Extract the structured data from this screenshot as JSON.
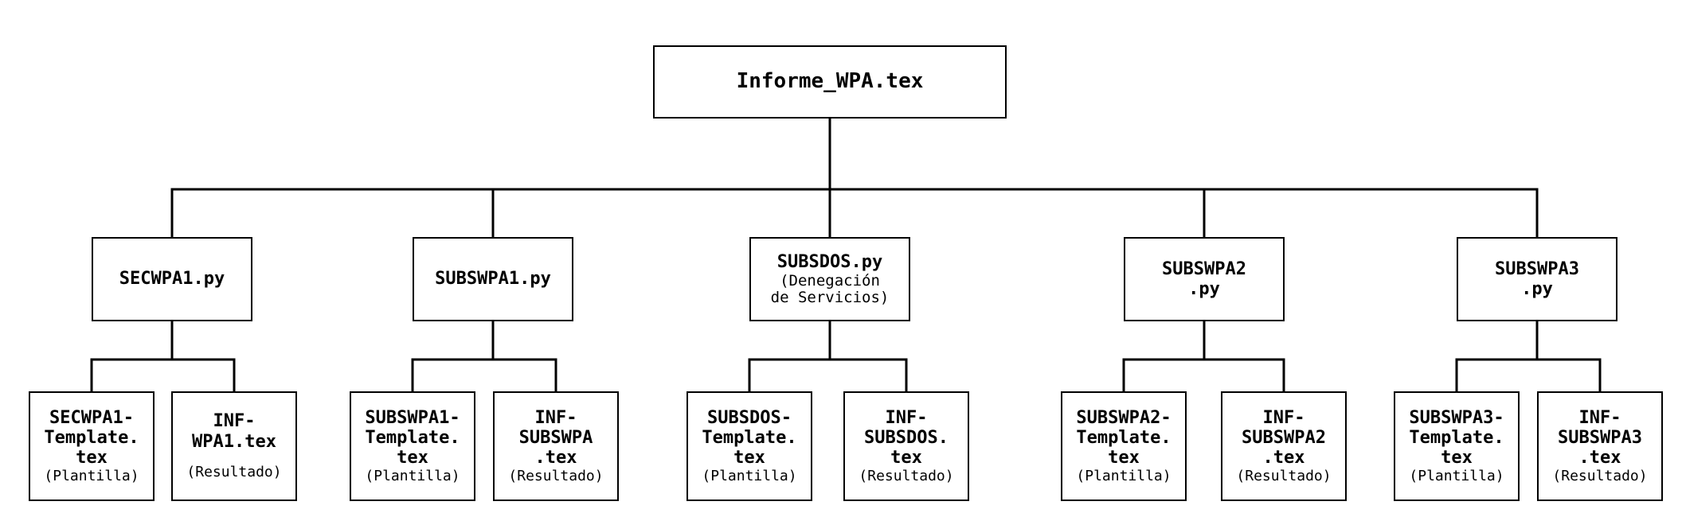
{
  "root": {
    "label": "Informe_WPA.tex"
  },
  "modules": [
    {
      "script": {
        "lines": [
          "SECWPA1.py"
        ]
      },
      "outputs": [
        {
          "lines": [
            "SECWPA1-",
            "Template.",
            "tex"
          ],
          "note": "(Plantilla)"
        },
        {
          "lines": [
            "INF-",
            "WPA1.tex"
          ],
          "note": "(Resultado)"
        }
      ]
    },
    {
      "script": {
        "lines": [
          "SUBSWPA1.py"
        ]
      },
      "outputs": [
        {
          "lines": [
            "SUBSWPA1-",
            "Template.",
            "tex"
          ],
          "note": "(Plantilla)"
        },
        {
          "lines": [
            "INF-",
            "SUBSWPA",
            ".tex"
          ],
          "note": "(Resultado)"
        }
      ]
    },
    {
      "script": {
        "lines": [
          "SUBSDOS.py"
        ],
        "sub": [
          "(Denegación",
          "de Servicios)"
        ]
      },
      "outputs": [
        {
          "lines": [
            "SUBSDOS-",
            "Template.",
            "tex"
          ],
          "note": "(Plantilla)"
        },
        {
          "lines": [
            "INF-",
            "SUBSDOS.",
            "tex"
          ],
          "note": "(Resultado)"
        }
      ]
    },
    {
      "script": {
        "lines": [
          "SUBSWPA2",
          ".py"
        ]
      },
      "outputs": [
        {
          "lines": [
            "SUBSWPA2-",
            "Template.",
            "tex"
          ],
          "note": "(Plantilla)"
        },
        {
          "lines": [
            "INF-",
            "SUBSWPA2",
            ".tex"
          ],
          "note": "(Resultado)"
        }
      ]
    },
    {
      "script": {
        "lines": [
          "SUBSWPA3",
          ".py"
        ]
      },
      "outputs": [
        {
          "lines": [
            "SUBSWPA3-",
            "Template.",
            "tex"
          ],
          "note": "(Plantilla)"
        },
        {
          "lines": [
            "INF-",
            "SUBSWPA3",
            ".tex"
          ],
          "note": "(Resultado)"
        }
      ]
    }
  ]
}
